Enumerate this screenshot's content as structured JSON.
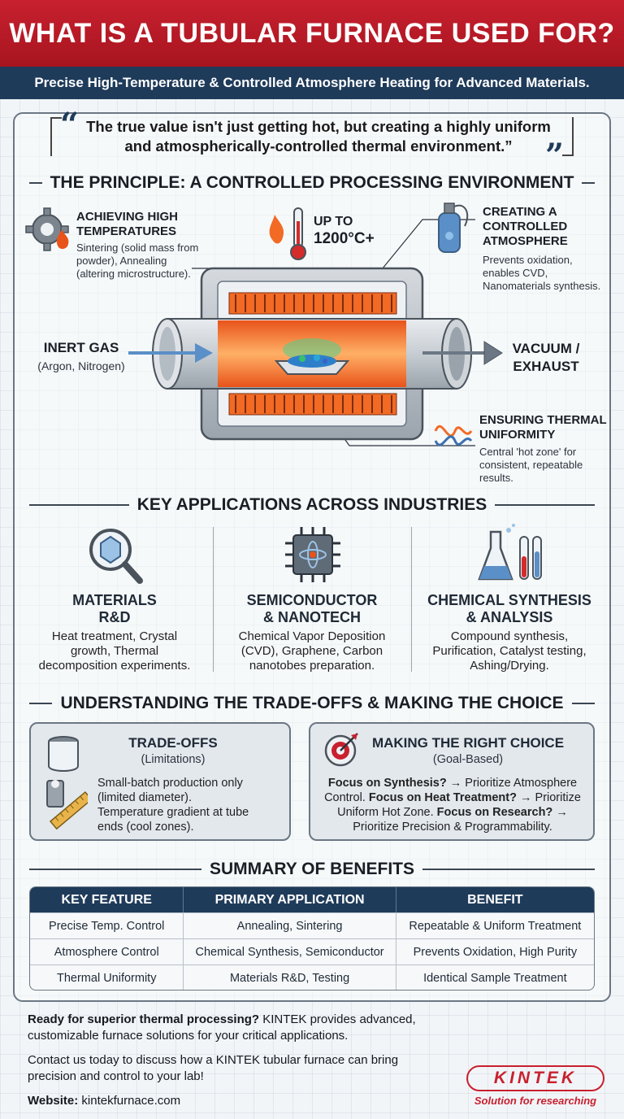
{
  "header": {
    "title": "WHAT IS A TUBULAR FURNACE USED FOR?",
    "subtitle": "Precise High-Temperature & Controlled Atmosphere Heating for Advanced Materials."
  },
  "quote": {
    "text": "The true value isn't just getting hot, but creating a highly uniform and atmospherically-controlled thermal environment.”",
    "open_mark": "“",
    "close_mark": "”"
  },
  "principle": {
    "heading": "THE PRINCIPLE: A CONTROLLED PROCESSING ENVIRONMENT",
    "high_temp": {
      "title_line1": "ACHIEVING HIGH",
      "title_line2": "TEMPERATURES",
      "desc_line1": "Sintering (solid mass from",
      "desc_line2": "powder), Annealing",
      "desc_line3": "(altering microstructure).",
      "icon": "gear-flame-icon"
    },
    "temp_badge": {
      "line1": "UP TO",
      "line2": "1200°C+",
      "icon": "thermometer-icon"
    },
    "atmosphere": {
      "title_line1": "CREATING A",
      "title_line2": "CONTROLLED",
      "title_line3": "ATMOSPHERE",
      "desc_line1": "Prevents oxidation,",
      "desc_line2": "enables CVD,",
      "desc_line3": "Nanomaterials synthesis.",
      "icon": "gas-cylinder-icon"
    },
    "inlet": {
      "title": "INERT GAS",
      "desc": "(Argon, Nitrogen)"
    },
    "outlet": {
      "line1": "VACUUM /",
      "line2": "EXHAUST"
    },
    "uniformity": {
      "title_line1": "ENSURING THERMAL",
      "title_line2": "UNIFORMITY",
      "desc_line1": "Central 'hot zone' for",
      "desc_line2": "consistent, repeatable",
      "desc_line3": "results.",
      "icon": "wave-icon"
    }
  },
  "applications": {
    "heading": "KEY APPLICATIONS ACROSS INDUSTRIES",
    "items": [
      {
        "title_line1": "MATERIALS",
        "title_line2": "R&D",
        "desc_line1": "Heat treatment, Crystal",
        "desc_line2": "growth, Thermal",
        "desc_line3": "decomposition experiments.",
        "icon": "magnifier-crystal-icon"
      },
      {
        "title_line1": "SEMICONDUCTOR",
        "title_line2": "& NANOTECH",
        "desc_line1": "Chemical Vapor Deposition",
        "desc_line2": "(CVD), Graphene, Carbon",
        "desc_line3": "nanotobes preparation.",
        "icon": "chip-atom-icon"
      },
      {
        "title_line1": "CHEMICAL SYNTHESIS",
        "title_line2": "& ANALYSIS",
        "desc_line1": "Compound synthesis,",
        "desc_line2": "Purification, Catalyst testing,",
        "desc_line3": "Ashing/Drying.",
        "icon": "flask-tubes-icon"
      }
    ]
  },
  "tradeoffs": {
    "heading": "UNDERSTANDING THE TRADE-OFFS & MAKING THE CHOICE",
    "left": {
      "title": "TRADE-OFFS",
      "subtitle": "(Limitations)",
      "body_line1": "Small-batch production only",
      "body_line2": "(limited diameter).",
      "body_line3": "Temperature gradient at tube",
      "body_line4": "ends (cool zones)."
    },
    "right": {
      "title": "MAKING THE RIGHT CHOICE",
      "subtitle": "(Goal-Based)",
      "line1_bold": "Focus on Synthesis?",
      "line1_rest": " → Prioritize Atmosphere",
      "line2_start": "Control. ",
      "line2_bold": "Focus on Heat Treatment?",
      "line2_rest": " → Prioritize",
      "line3_start": "Uniform Hot Zone. ",
      "line3_bold": "Focus on Research?",
      "line3_rest": " →",
      "line4": "Prioritize Precision & Programmability."
    }
  },
  "summary": {
    "heading": "SUMMARY OF BENEFITS",
    "columns": [
      "KEY FEATURE",
      "PRIMARY APPLICATION",
      "BENEFIT"
    ],
    "rows": [
      [
        "Precise Temp. Control",
        "Annealing, Sintering",
        "Repeatable & Uniform Treatment"
      ],
      [
        "Atmosphere Control",
        "Chemical Synthesis, Semiconductor",
        "Prevents Oxidation, High Purity"
      ],
      [
        "Thermal Uniformity",
        "Materials R&D, Testing",
        "Identical Sample Treatment"
      ]
    ]
  },
  "footer": {
    "p1_bold": "Ready for superior thermal processing?",
    "p1_rest": " KINTEK provides advanced,",
    "p1_line2": "customizable furnace solutions for your critical applications.",
    "p2_line1": "Contact us today to discuss how a KINTEK tubular furnace can bring",
    "p2_line2": "precision and control to your lab!",
    "website_label": "Website:",
    "website": " kintekfurnace.com",
    "logo_word": "KINTEK",
    "logo_tag": "Solution for researching"
  },
  "colors": {
    "brand_red": "#c8202f",
    "navy": "#1f3b5a",
    "hot_orange": "#f26a24"
  }
}
